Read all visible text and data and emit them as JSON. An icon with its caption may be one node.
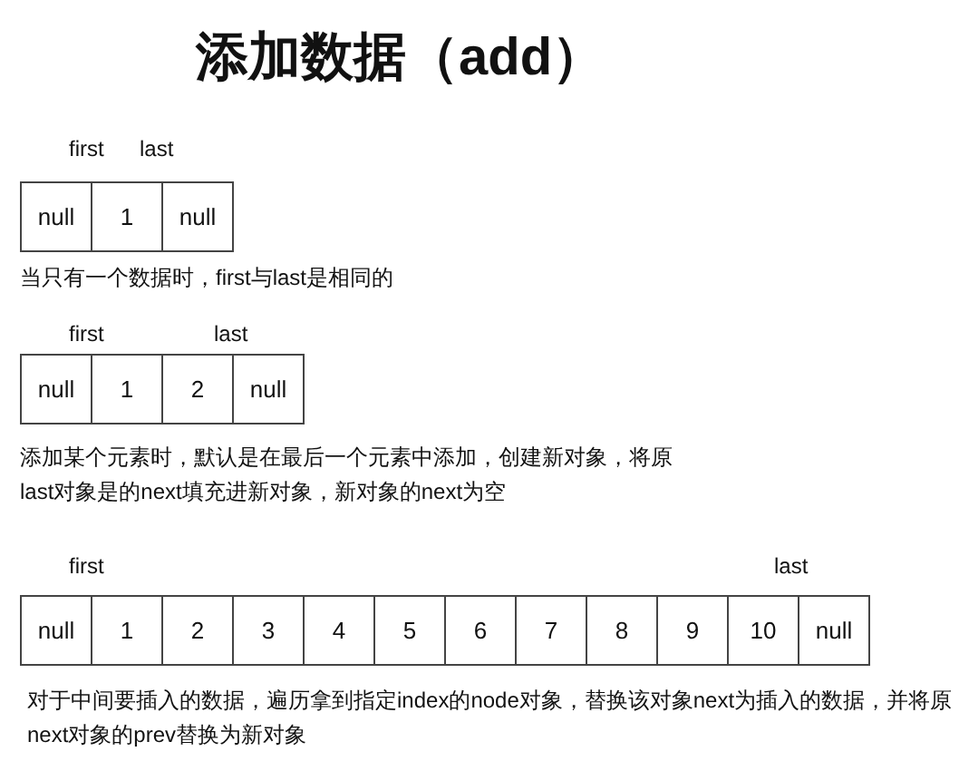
{
  "diagram": {
    "title": "添加数据（add）",
    "nodes": [
      {
        "text": [
          "null"
        ]
      },
      {
        "text": [
          "1"
        ]
      },
      {
        "text": [
          "null"
        ]
      },
      {
        "text": [
          "null"
        ]
      },
      {
        "text": [
          "1"
        ]
      },
      {
        "text": [
          "2"
        ]
      },
      {
        "text": [
          "null"
        ]
      },
      {
        "text": [
          "null"
        ]
      },
      {
        "text": [
          "1"
        ]
      },
      {
        "text": [
          "2"
        ]
      },
      {
        "text": [
          "3"
        ]
      },
      {
        "text": [
          "4"
        ]
      },
      {
        "text": [
          "5"
        ]
      },
      {
        "text": [
          "6"
        ]
      },
      {
        "text": [
          "7"
        ]
      },
      {
        "text": [
          "8"
        ]
      },
      {
        "text": [
          "9"
        ]
      },
      {
        "text": [
          "10"
        ]
      },
      {
        "text": [
          "null"
        ]
      }
    ],
    "labels": [
      "first",
      "last",
      "当只有一个数据时，first与last是相同的",
      "first",
      "last",
      "添加某个元素时，默认是在最后一个元素中添加，创建新对象，将原last对象是的next填充进新对象，新对象的next为空",
      "first",
      "last",
      "对于中间要插入的数据，遍历拿到指定index的node对象，替换该对象next为插入的数据，并将原next对象的prev替换为新对象"
    ]
  }
}
